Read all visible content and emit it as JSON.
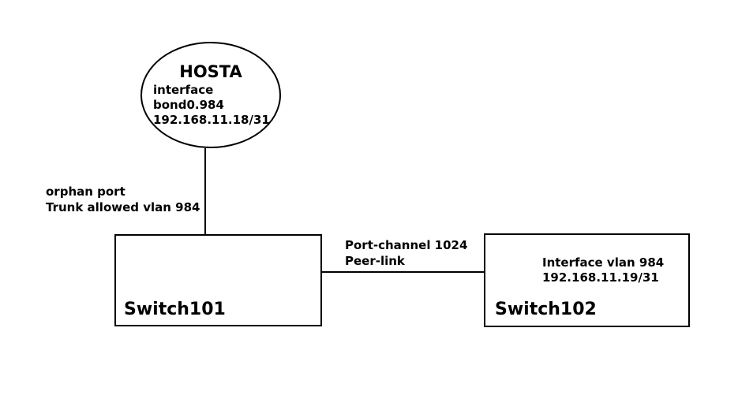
{
  "host": {
    "title": "HOSTA",
    "details": [
      "interface",
      "bond0.984",
      "192.168.11.18/31"
    ]
  },
  "switch101": {
    "label": "Switch101"
  },
  "switch102": {
    "label": "Switch102",
    "details": [
      "Interface vlan 984",
      "192.168.11.19/31"
    ]
  },
  "edges": {
    "host_to_switch101": {
      "labels": [
        "orphan port",
        "Trunk allowed vlan 984"
      ]
    },
    "switch101_to_switch102": {
      "labels": [
        "Port-channel 1024",
        "Peer-link"
      ]
    }
  },
  "colors": {
    "background": "#ffffff",
    "stroke": "#000000",
    "text": "#000000"
  }
}
